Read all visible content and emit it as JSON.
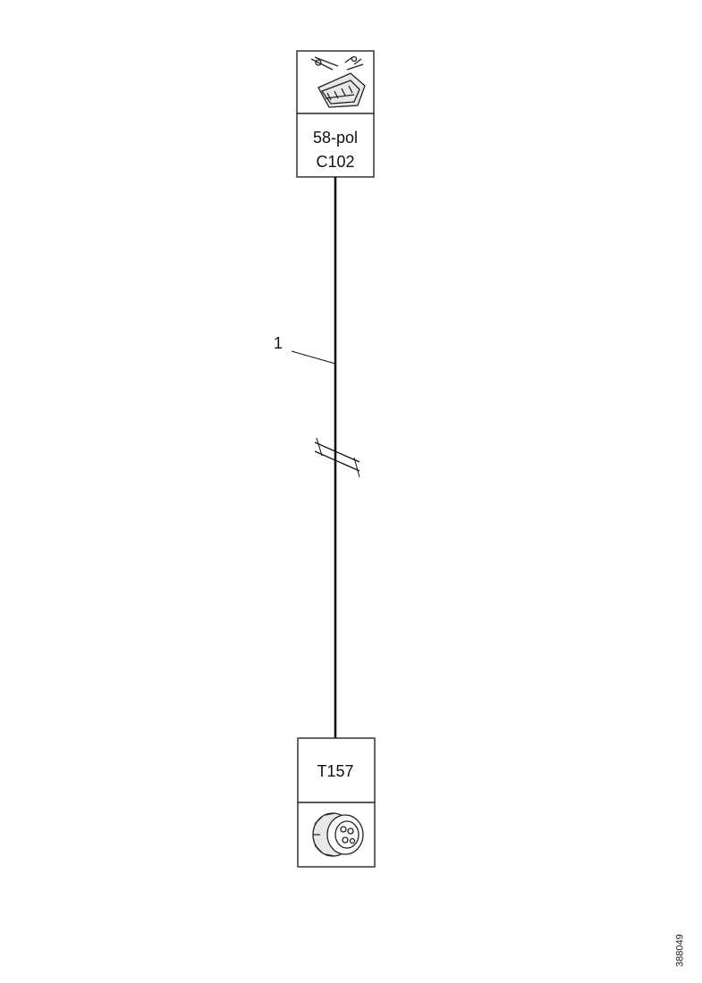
{
  "top_connector": {
    "pin_label": "58-pol",
    "id": "C102",
    "icon": "multi-pin-plug-icon"
  },
  "wire": {
    "label": "1"
  },
  "bottom_connector": {
    "id": "T157",
    "icon": "round-connector-icon"
  },
  "document_code": "388049",
  "colors": {
    "line": "#111111",
    "box": "#333333"
  }
}
